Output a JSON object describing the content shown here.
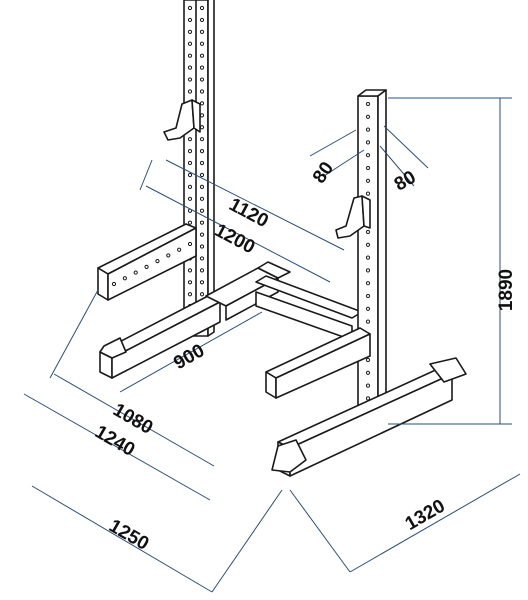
{
  "dimensions": {
    "height": "1890",
    "upright_spacing": "1120",
    "base_inner_width": "1200",
    "crossbar_length": "900",
    "foot_spacing_inner": "1080",
    "foot_spacing_outer": "1240",
    "overall_width": "1250",
    "overall_depth": "1320",
    "upright_section_a": "80",
    "upright_section_b": "80"
  },
  "colors": {
    "frame_stroke": "#1a1a1a",
    "dimension_line": "#2b4f7a",
    "background": "#ffffff"
  }
}
